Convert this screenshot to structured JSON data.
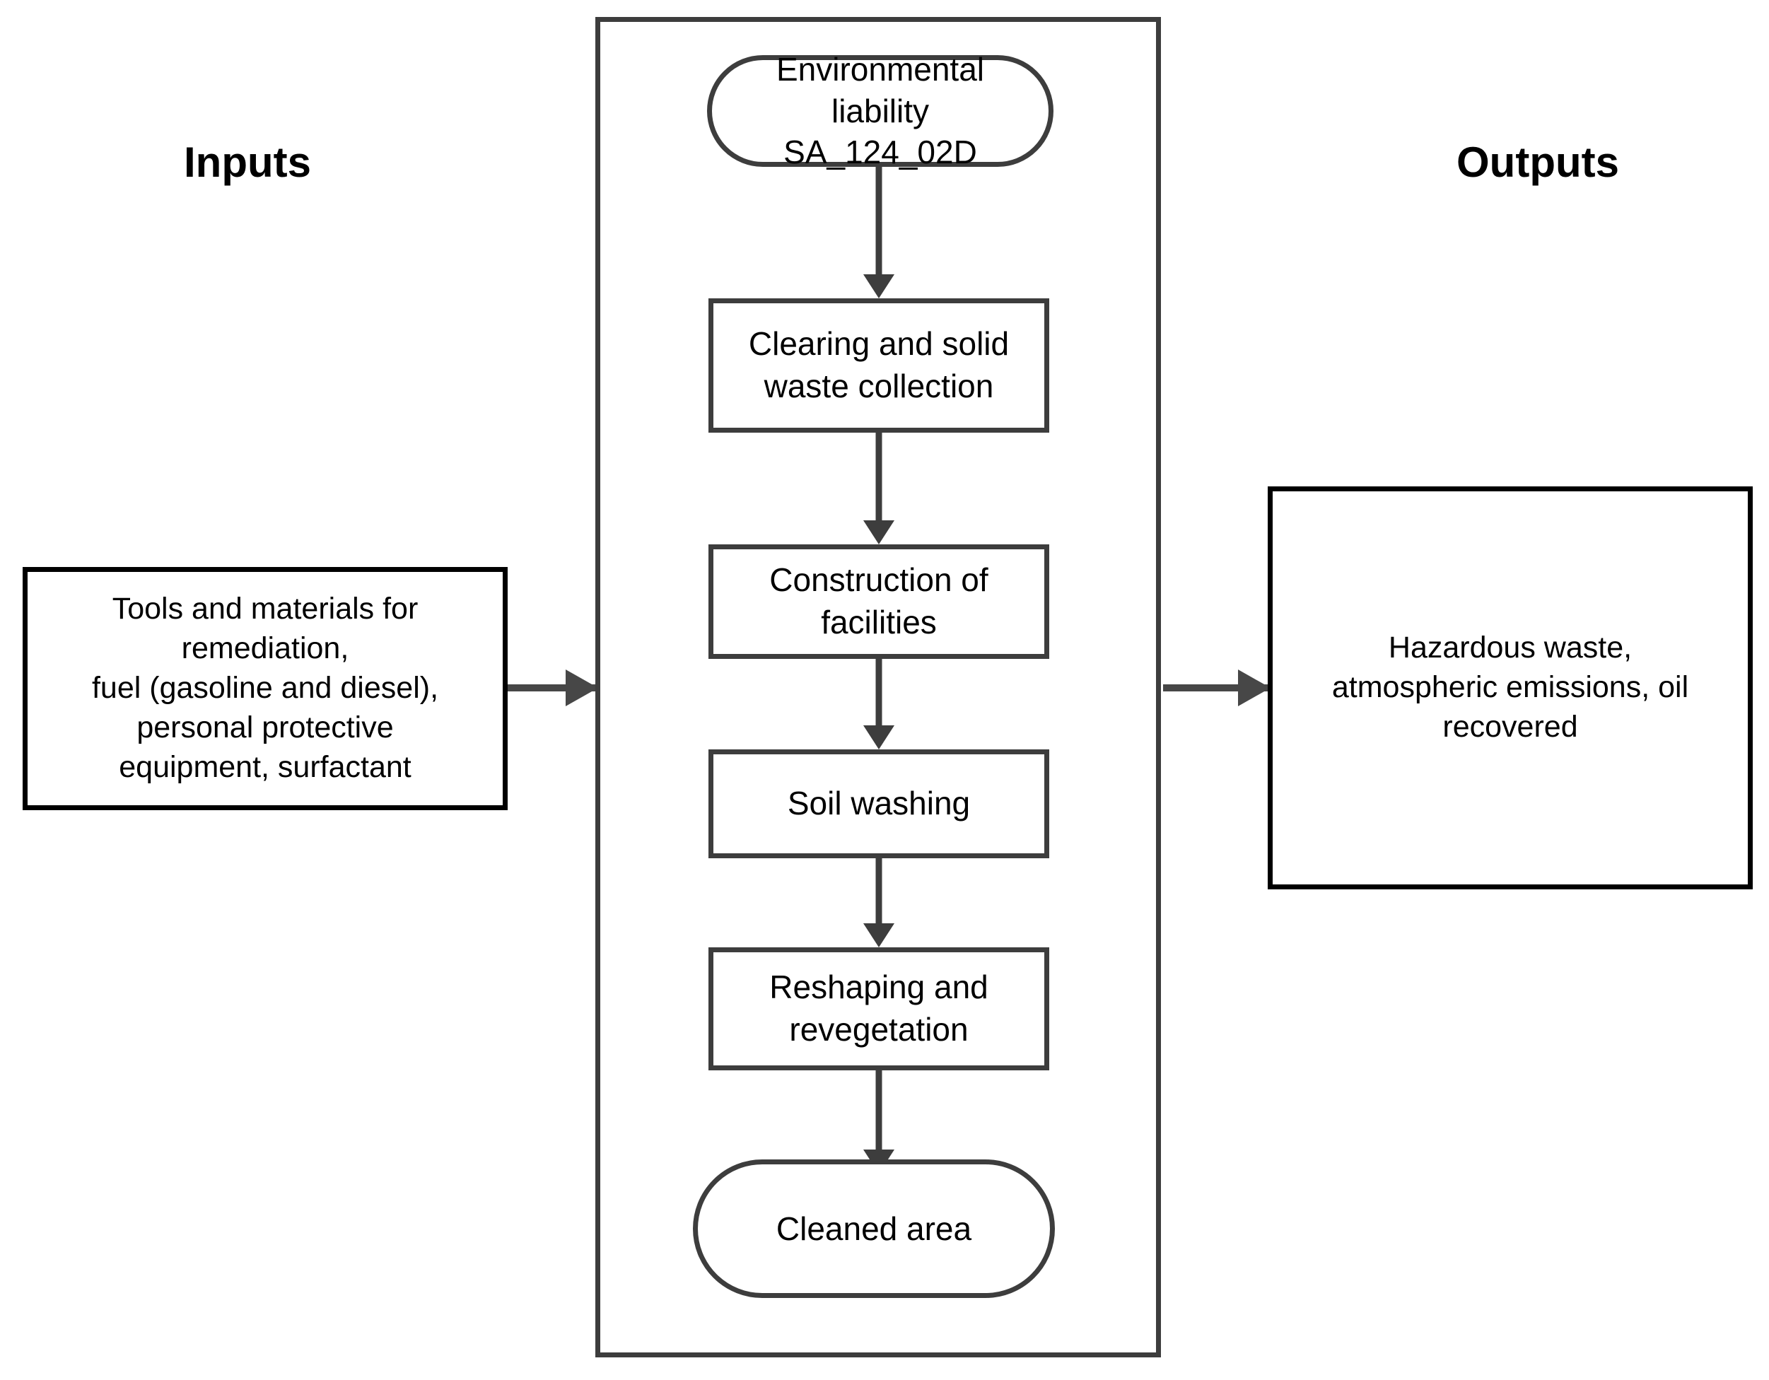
{
  "diagram": {
    "type": "flowchart",
    "orientation": "top-to-bottom process column with lateral input and output boxes",
    "headings": {
      "inputs": "Inputs",
      "outputs": "Outputs"
    },
    "inputs_box": {
      "text": "Tools and materials for\nremediation,\nfuel (gasoline and diesel),\npersonal protective\nequipment, surfactant",
      "items": [
        "Tools and materials for remediation",
        "fuel (gasoline and diesel)",
        "personal protective equipment",
        "surfactant"
      ]
    },
    "outputs_box": {
      "text": "Hazardous waste,\natmospheric emissions, oil\nrecovered",
      "items": [
        "Hazardous waste",
        "atmospheric emissions",
        "oil recovered"
      ]
    },
    "process": {
      "nodes": [
        {
          "id": "liability",
          "shape": "terminator",
          "text": "Environmental\nliability\nSA_124_02D"
        },
        {
          "id": "clearing",
          "shape": "process",
          "text": "Clearing and solid\nwaste collection"
        },
        {
          "id": "construction",
          "shape": "process",
          "text": "Construction of\nfacilities"
        },
        {
          "id": "soil",
          "shape": "process",
          "text": "Soil washing"
        },
        {
          "id": "reshaping",
          "shape": "process",
          "text": "Reshaping and\nrevegetation"
        },
        {
          "id": "cleaned",
          "shape": "terminator",
          "text": "Cleaned area"
        }
      ],
      "edges": [
        {
          "from": "liability",
          "to": "clearing",
          "style": "arrow-down"
        },
        {
          "from": "clearing",
          "to": "construction",
          "style": "arrow-down"
        },
        {
          "from": "construction",
          "to": "soil",
          "style": "arrow-down"
        },
        {
          "from": "soil",
          "to": "reshaping",
          "style": "arrow-down"
        },
        {
          "from": "reshaping",
          "to": "cleaned",
          "style": "arrow-down"
        },
        {
          "from": "inputs_box",
          "to": "process_container",
          "style": "arrow-right"
        },
        {
          "from": "process_container",
          "to": "outputs_box",
          "style": "arrow-right"
        }
      ]
    },
    "colors": {
      "background": "#ffffff",
      "text": "#000000",
      "io_box_border": "#000000",
      "process_border": "#3d3d3d",
      "arrow": "#474747"
    }
  }
}
